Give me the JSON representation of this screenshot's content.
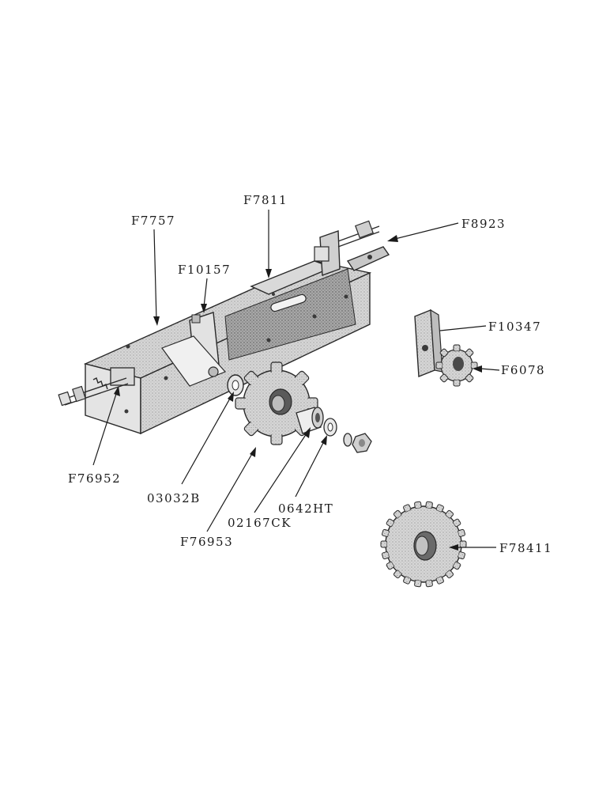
{
  "labels": {
    "f7811": "F7811",
    "f7757": "F7757",
    "f8923": "F8923",
    "f10157": "F10157",
    "f10347": "F10347",
    "f6078": "F6078",
    "f76952": "F76952",
    "p03032b": "03032B",
    "p0642ht": "0642HT",
    "p02167ck": "02167CK",
    "f76953": "F76953",
    "f78411": "F78411"
  }
}
